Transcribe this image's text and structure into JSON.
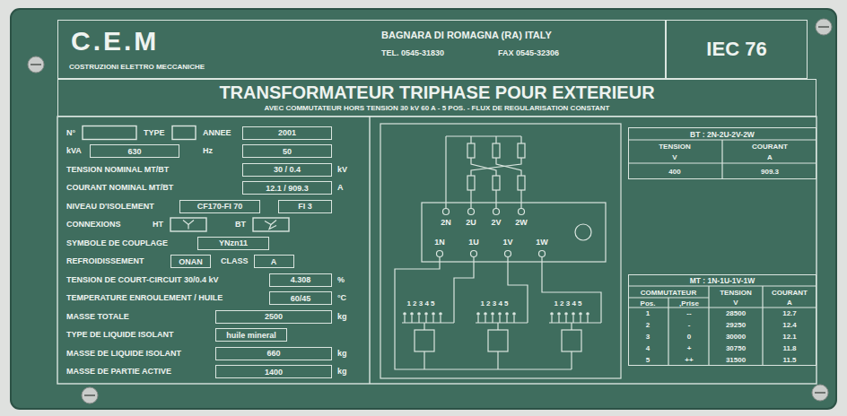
{
  "diagram": {
    "title": "TRANSFORMATEUR TRIPHASE POUR EXTERIEUR",
    "nodes": [
      {
        "text": [
          "C.E.M",
          "COSTRUZIONI ELETTRO MECCANICHE",
          "BAGNARA DI ROMAGNA (RA) ITALY",
          "TEL. 0545-31830",
          "FAX 0545-32306"
        ]
      },
      {
        "text": [
          "IEC 76"
        ]
      },
      {
        "text": [
          "TRANSFORMATEUR TRIPHASE POUR EXTERIEUR",
          "AVEC COMMUTATEUR HORS TENSION 30 kV 60 A - 5 POS. - FLUX DE REGULARISATION CONSTANT"
        ]
      },
      {
        "text": [
          "2001"
        ]
      },
      {
        "text": [
          "630"
        ]
      },
      {
        "text": [
          "50"
        ]
      },
      {
        "text": [
          "30 / 0.4"
        ]
      },
      {
        "text": [
          "12.1 / 909.3"
        ]
      },
      {
        "text": [
          "CF170-FI 70"
        ]
      },
      {
        "text": [
          "FI 3"
        ]
      },
      {
        "text": [
          "YNzn11"
        ]
      },
      {
        "text": [
          "ONAN"
        ]
      },
      {
        "text": [
          "A"
        ]
      },
      {
        "text": [
          "4.308"
        ]
      },
      {
        "text": [
          "60/45"
        ]
      },
      {
        "text": [
          "2500"
        ]
      },
      {
        "text": [
          "huile mineral"
        ]
      },
      {
        "text": [
          "660"
        ]
      },
      {
        "text": [
          "1400"
        ]
      },
      {
        "text": [
          "BT : 2N-2U-2V-2W"
        ]
      },
      {
        "text": [
          "MT : 1N-1U-1V-1W"
        ]
      }
    ],
    "labels": [
      "N°",
      "TYPE",
      "ANNEE",
      "kVA",
      "Hz",
      "TENSION NOMINAL MT/BT",
      "kV",
      "COURANT NOMINAL MT/BT",
      "A",
      "NIVEAU D'ISOLEMENT",
      "CONNEXIONS",
      "HT",
      "BT",
      "SYMBOLE DE COUPLAGE",
      "REFROIDISSEMENT",
      "CLASS",
      "TENSION DE COURT-CIRCUIT 30/0.4 kV",
      "%",
      "TEMPERATURE ENROULEMENT / HUILE",
      "°C",
      "MASSE TOTALE",
      "kg",
      "TYPE DE LIQUIDE ISOLANT",
      "MASSE DE LIQUIDE ISOLANT",
      "kg",
      "MASSE DE PARTIE ACTIVE",
      "kg",
      "2N",
      "2U",
      "2V",
      "2W",
      "1N",
      "1U",
      "1V",
      "1W",
      "1 2 3 4 5",
      "1 2 3 4 5",
      "1 2 3 4 5",
      "TENSION",
      "V",
      "COURANT",
      "A",
      "400",
      "909.3",
      "COMMUTATEUR",
      "Pos.",
      ",Prise",
      "TENSION",
      "V",
      "COURANT",
      "A",
      "1",
      "--",
      "28500",
      "12.7",
      "2",
      "-",
      "29250",
      "12.4",
      "3",
      "0",
      "30000",
      "12.1",
      "4",
      "+",
      "30750",
      "11.8",
      "5",
      "++",
      "31500",
      "11.5"
    ]
  }
}
